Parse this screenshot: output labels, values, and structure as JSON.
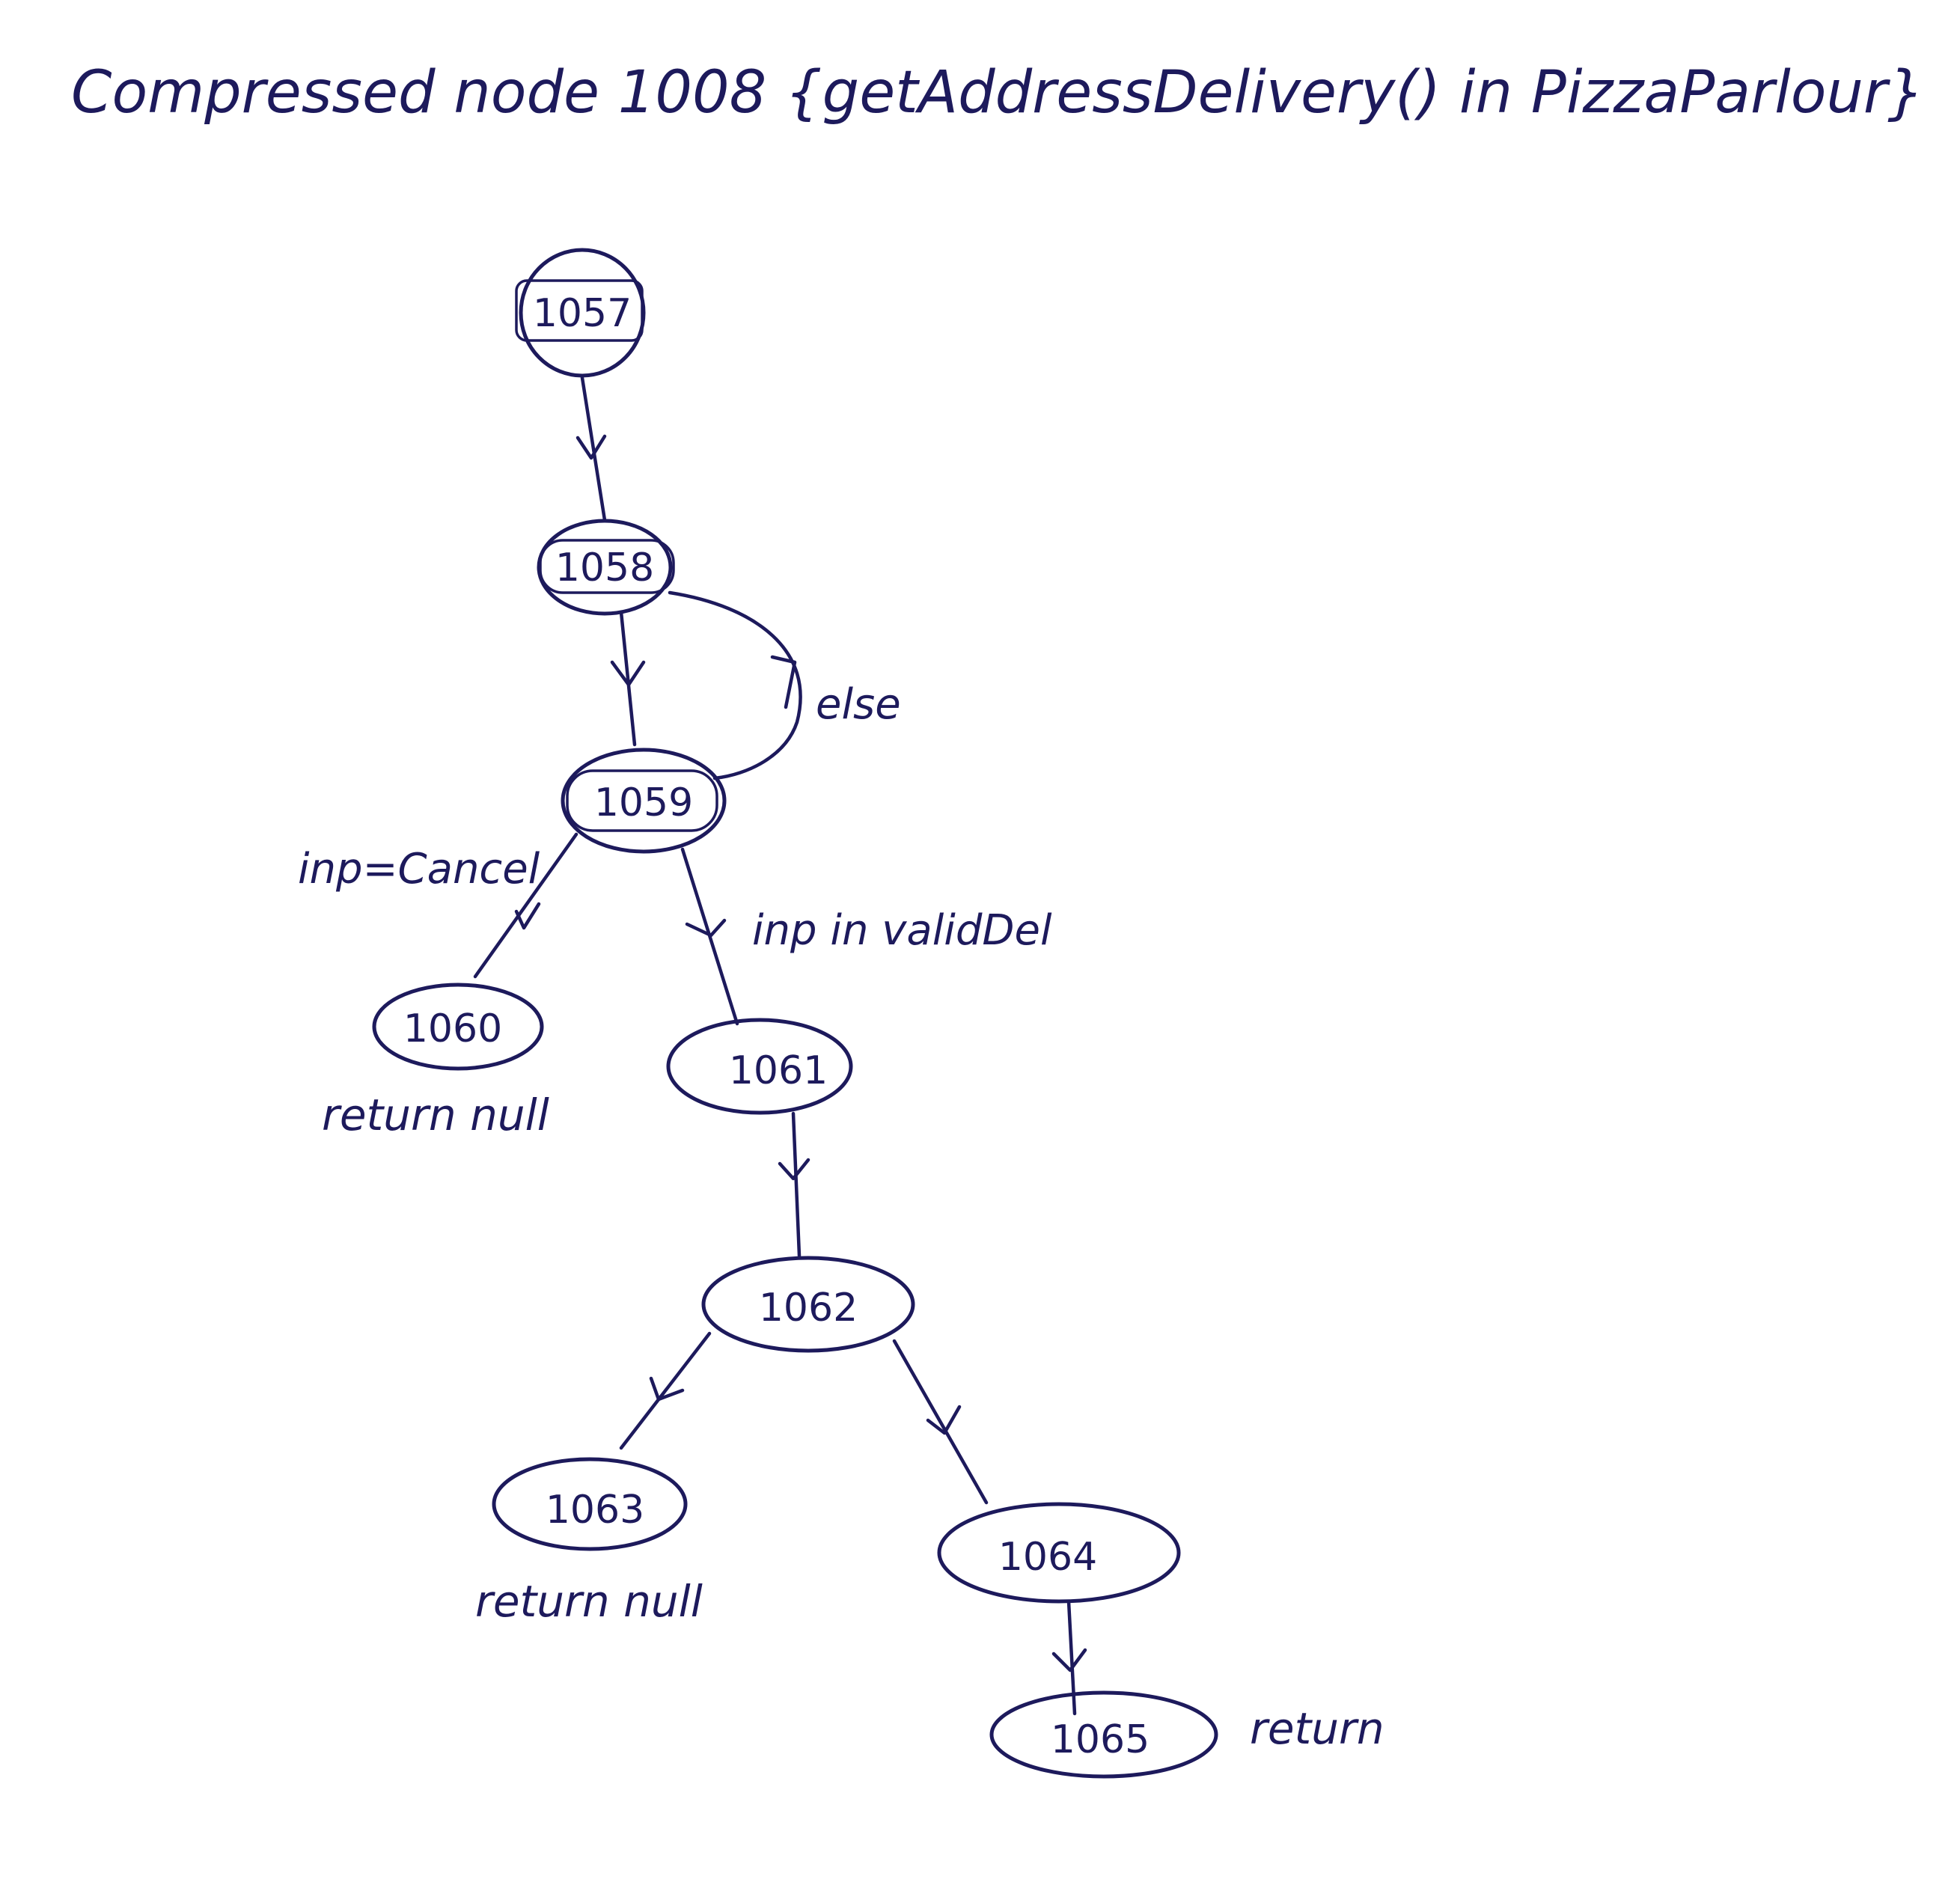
{
  "title": "Compressed node 1008 {getAddressDelivery() in PizzaParlour}",
  "nodes": [
    {
      "id": "1057",
      "label": "1057"
    },
    {
      "id": "1058",
      "label": "1058"
    },
    {
      "id": "1059",
      "label": "1059"
    },
    {
      "id": "1060",
      "label": "1060",
      "note": "return null"
    },
    {
      "id": "1061",
      "label": "1061"
    },
    {
      "id": "1062",
      "label": "1062"
    },
    {
      "id": "1063",
      "label": "1063",
      "note": "return null"
    },
    {
      "id": "1064",
      "label": "1064"
    },
    {
      "id": "1065",
      "label": "1065",
      "note": "return"
    }
  ],
  "edges": [
    {
      "from": "1057",
      "to": "1058",
      "label": ""
    },
    {
      "from": "1058",
      "to": "1059",
      "label": ""
    },
    {
      "from": "1059",
      "to": "1058",
      "label": "else"
    },
    {
      "from": "1059",
      "to": "1060",
      "label": "inp=Cancel"
    },
    {
      "from": "1059",
      "to": "1061",
      "label": "inp in validDel"
    },
    {
      "from": "1061",
      "to": "1062",
      "label": ""
    },
    {
      "from": "1062",
      "to": "1063",
      "label": ""
    },
    {
      "from": "1062",
      "to": "1064",
      "label": ""
    },
    {
      "from": "1064",
      "to": "1065",
      "label": ""
    }
  ],
  "colors": {
    "ink": "#1d1a5c",
    "paper": "#ffffff"
  }
}
